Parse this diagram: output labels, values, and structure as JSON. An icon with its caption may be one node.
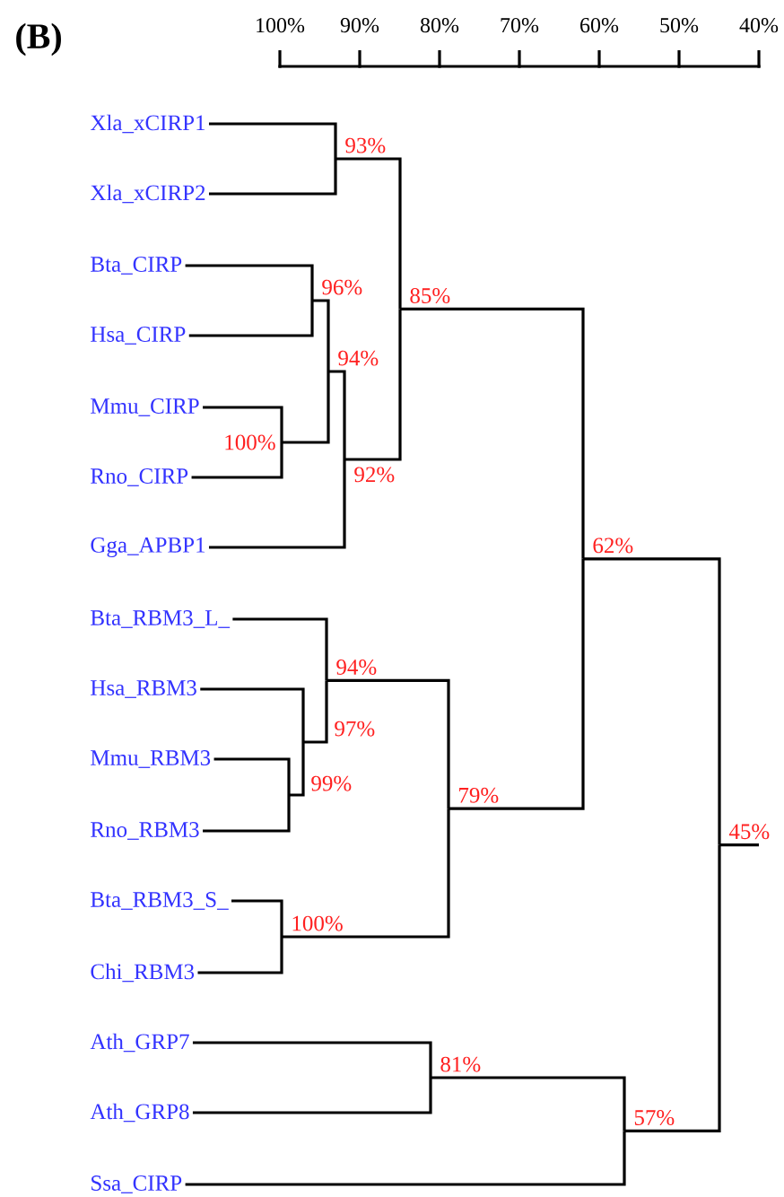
{
  "diagram": {
    "nodes": [
      {
        "text": [
          "Xla_xCIRP1"
        ]
      },
      {
        "text": [
          "Xla_xCIRP2"
        ]
      },
      {
        "text": [
          "Bta_CIRP"
        ]
      },
      {
        "text": [
          "Hsa_CIRP"
        ]
      },
      {
        "text": [
          "Mmu_CIRP"
        ]
      },
      {
        "text": [
          "Rno_CIRP"
        ]
      },
      {
        "text": [
          "Gga_APBP1"
        ]
      },
      {
        "text": [
          "Bta_RBM3_L_"
        ]
      },
      {
        "text": [
          "Hsa_RBM3"
        ]
      },
      {
        "text": [
          "Mmu_RBM3"
        ]
      },
      {
        "text": [
          "Rno_RBM3"
        ]
      },
      {
        "text": [
          "Bta_RBM3_S_"
        ]
      },
      {
        "text": [
          "Chi_RBM3"
        ]
      },
      {
        "text": [
          "Ath_GRP7"
        ]
      },
      {
        "text": [
          "Ath_GRP8"
        ]
      },
      {
        "text": [
          "Ssa_CIRP"
        ]
      },
      {
        "text": [],
        "shape": "point",
        "beside": [
          "93%"
        ]
      },
      {
        "text": [],
        "shape": "point",
        "beside": [
          "96%"
        ]
      },
      {
        "text": [],
        "shape": "point",
        "beside": [
          "100%"
        ]
      },
      {
        "text": [],
        "shape": "point",
        "beside": [
          "94%"
        ]
      },
      {
        "text": [],
        "shape": "point",
        "beside": [
          "92%"
        ]
      },
      {
        "text": [],
        "shape": "point",
        "beside": [
          "85%"
        ]
      },
      {
        "text": [],
        "shape": "point",
        "beside": [
          "99%"
        ]
      },
      {
        "text": [],
        "shape": "point",
        "beside": [
          "97%"
        ]
      },
      {
        "text": [],
        "shape": "point",
        "beside": [
          "94%"
        ]
      },
      {
        "text": [],
        "shape": "point",
        "beside": [
          "100%"
        ]
      },
      {
        "text": [],
        "shape": "point",
        "beside": [
          "79%"
        ]
      },
      {
        "text": [],
        "shape": "point",
        "beside": [
          "62%"
        ]
      },
      {
        "text": [],
        "shape": "point",
        "beside": [
          "81%"
        ]
      },
      {
        "text": [],
        "shape": "point",
        "beside": [
          "57%"
        ]
      },
      {
        "text": [],
        "shape": "point",
        "beside": [
          "45%"
        ]
      }
    ],
    "edges": [
      {
        "from": 16,
        "to": 0,
        "arrow": "none"
      },
      {
        "from": 16,
        "to": 1,
        "arrow": "none"
      },
      {
        "from": 17,
        "to": 2,
        "arrow": "none"
      },
      {
        "from": 17,
        "to": 3,
        "arrow": "none"
      },
      {
        "from": 18,
        "to": 4,
        "arrow": "none"
      },
      {
        "from": 18,
        "to": 5,
        "arrow": "none"
      },
      {
        "from": 19,
        "to": 17,
        "arrow": "none"
      },
      {
        "from": 19,
        "to": 18,
        "arrow": "none"
      },
      {
        "from": 20,
        "to": 19,
        "arrow": "none"
      },
      {
        "from": 20,
        "to": 6,
        "arrow": "none"
      },
      {
        "from": 21,
        "to": 16,
        "arrow": "none"
      },
      {
        "from": 21,
        "to": 20,
        "arrow": "none"
      },
      {
        "from": 22,
        "to": 9,
        "arrow": "none"
      },
      {
        "from": 22,
        "to": 10,
        "arrow": "none"
      },
      {
        "from": 23,
        "to": 8,
        "arrow": "none"
      },
      {
        "from": 23,
        "to": 22,
        "arrow": "none"
      },
      {
        "from": 24,
        "to": 7,
        "arrow": "none"
      },
      {
        "from": 24,
        "to": 23,
        "arrow": "none"
      },
      {
        "from": 25,
        "to": 11,
        "arrow": "none"
      },
      {
        "from": 25,
        "to": 12,
        "arrow": "none"
      },
      {
        "from": 26,
        "to": 24,
        "arrow": "none"
      },
      {
        "from": 26,
        "to": 25,
        "arrow": "none"
      },
      {
        "from": 27,
        "to": 21,
        "arrow": "none"
      },
      {
        "from": 27,
        "to": 26,
        "arrow": "none"
      },
      {
        "from": 28,
        "to": 13,
        "arrow": "none"
      },
      {
        "from": 28,
        "to": 14,
        "arrow": "none"
      },
      {
        "from": 29,
        "to": 28,
        "arrow": "none"
      },
      {
        "from": 29,
        "to": 15,
        "arrow": "none"
      },
      {
        "from": 30,
        "to": 27,
        "arrow": "none"
      },
      {
        "from": 30,
        "to": 29,
        "arrow": "none"
      }
    ],
    "labels": [
      "(B)",
      "100%",
      "90%",
      "80%",
      "70%",
      "60%",
      "50%",
      "40%"
    ]
  }
}
